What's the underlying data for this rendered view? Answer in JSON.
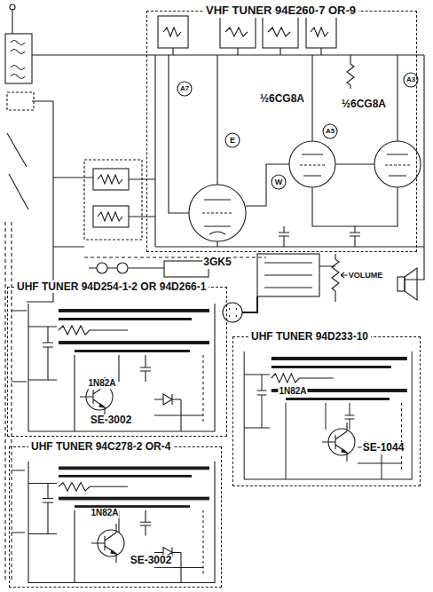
{
  "diagram": {
    "nodes": [
      {
        "text": [
          "VHF TUNER 94E260-7 OR-9"
        ]
      },
      {
        "text": [
          "UHF TUNER 94D254-1-2 OR 94D266-1"
        ]
      },
      {
        "text": [
          "UHF TUNER 94D233-10"
        ]
      },
      {
        "text": [
          "UHF TUNER 94C278-2 OR-4"
        ]
      }
    ],
    "labels": [
      "½6CG8A",
      "½6CG8A",
      "3GK5",
      "A7",
      "A5",
      "A3",
      "E",
      "W",
      "VOLUME",
      "1N82A",
      "SE-3002",
      "1N82A",
      "SE-1044",
      "1N82A",
      "SE-3002"
    ]
  }
}
